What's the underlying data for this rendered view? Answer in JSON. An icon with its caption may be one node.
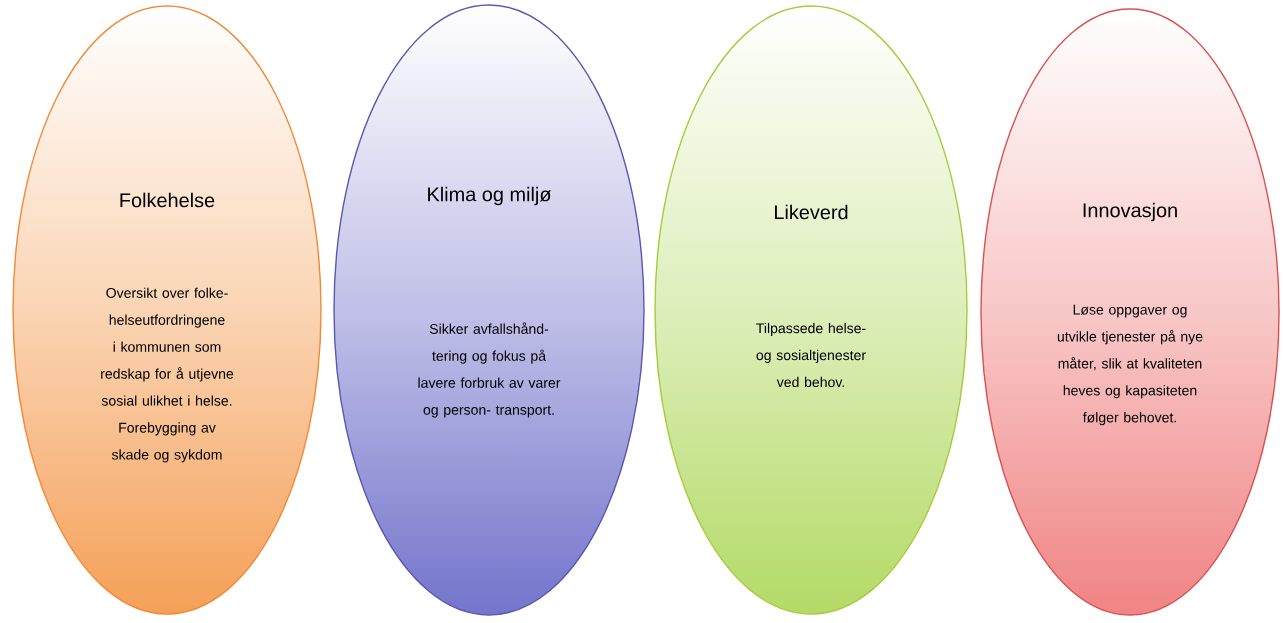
{
  "diagram": {
    "nodes": [
      {
        "text": [
          "Folkehelse",
          "Oversikt over folke- helseutfordringene i kommunen som redskap for å utjevne sosial ulikhet i helse. Forebygging av skade og sykdom"
        ]
      },
      {
        "text": [
          "Klima og miljø",
          "Sikker avfallshånd- tering og fokus på lavere forbruk av varer og person- transport."
        ]
      },
      {
        "text": [
          "Likeverd",
          "Tilpassede helse- og sosialtjenester ved behov."
        ]
      },
      {
        "text": [
          "Innovasjon",
          "Løse oppgaver og utvikle tjenester på nye måter, slik at kvaliteten heves og kapasiteten følger behovet."
        ]
      }
    ]
  }
}
